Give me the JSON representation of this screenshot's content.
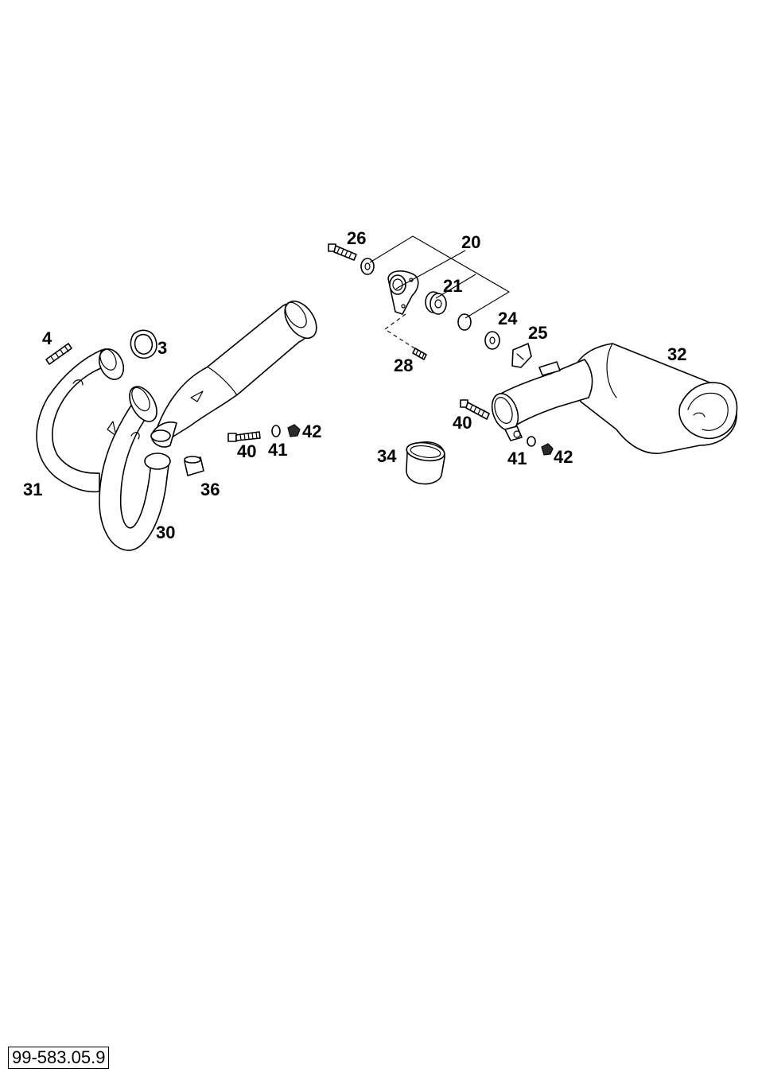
{
  "callouts": {
    "c3": "3",
    "c4": "4",
    "c20": "20",
    "c21": "21",
    "c24": "24",
    "c25": "25",
    "c26": "26",
    "c28": "28",
    "c30": "30",
    "c31": "31",
    "c32": "32",
    "c34": "34",
    "c36": "36",
    "c40a": "40",
    "c41a": "41",
    "c42a": "42",
    "c40b": "40",
    "c41b": "41",
    "c42b": "42"
  },
  "reference_number": "99-583.05.9",
  "colors": {
    "line": "#000000",
    "background": "#ffffff"
  }
}
